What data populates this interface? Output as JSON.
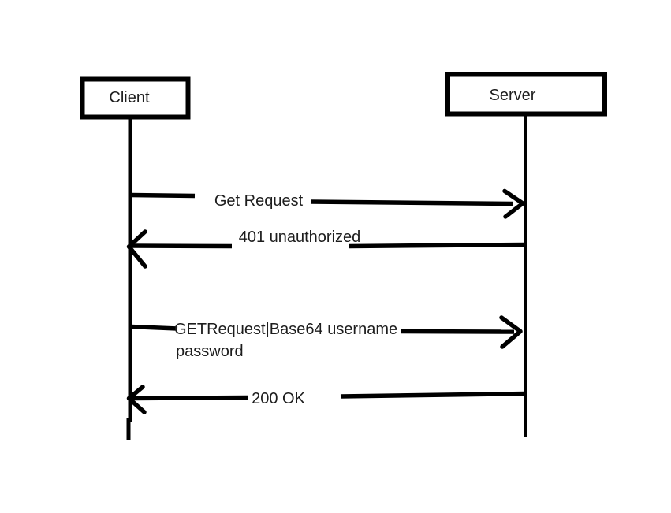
{
  "diagram": {
    "type": "sequence-diagram",
    "background_color": "#ffffff",
    "ink_color": "#000000",
    "text_color": "#1d1d1d",
    "actors": [
      {
        "id": "client",
        "label": "Client"
      },
      {
        "id": "server",
        "label": "Server"
      }
    ],
    "messages": [
      {
        "from": "client",
        "to": "server",
        "direction": "right",
        "lines": [
          "Get Request"
        ]
      },
      {
        "from": "server",
        "to": "client",
        "direction": "left",
        "lines": [
          "401 unauthorized"
        ]
      },
      {
        "from": "client",
        "to": "server",
        "direction": "right",
        "lines": [
          "GETRequest|Base64 username",
          "password"
        ]
      },
      {
        "from": "server",
        "to": "client",
        "direction": "left",
        "lines": [
          "200 OK"
        ]
      }
    ]
  }
}
